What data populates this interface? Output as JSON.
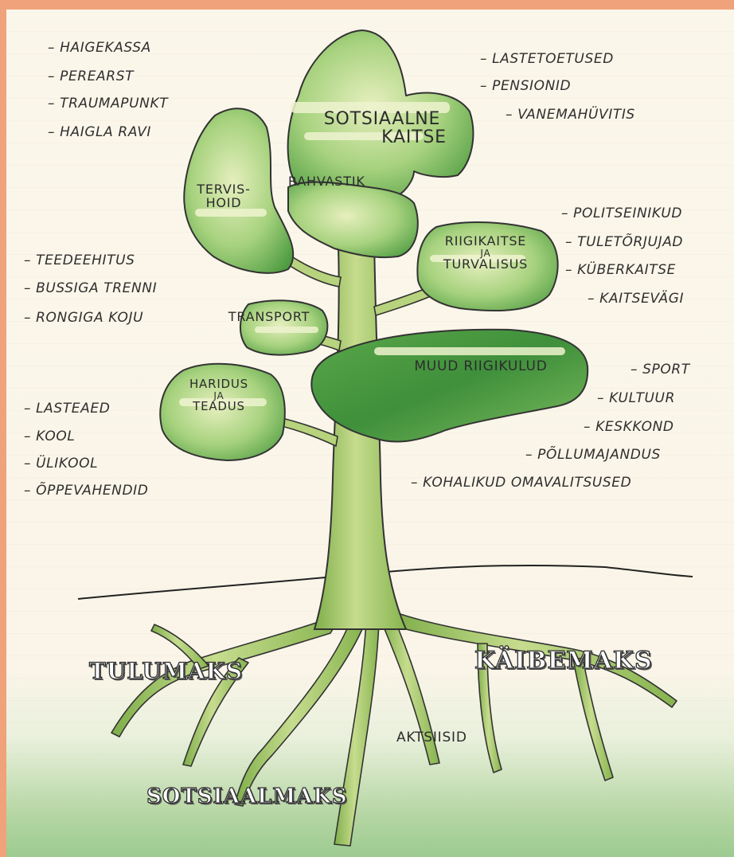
{
  "canopy": {
    "sotsiaalne": [
      "SOTSIAALNE",
      "KAITSE"
    ],
    "rahvastik": "RAHVASTIK",
    "tervishoid": [
      "TERVIS-",
      "HOID"
    ],
    "riigikaitse": [
      "RIIGIKAITSE",
      "JA",
      "TURVALISUS"
    ],
    "transport": "TRANSPORT",
    "muud": "MUUD RIIGIKULUD",
    "haridus": [
      "HARIDUS",
      "JA",
      "TEADUS"
    ]
  },
  "lists": {
    "health": [
      "HAIGEKASSA",
      "PEREARST",
      "TRAUMAPUNKT",
      "HAIGLA RAVI"
    ],
    "social": [
      "LASTETOETUSED",
      "PENSIONID",
      "VANEMAHÜVITIS"
    ],
    "security": [
      "POLITSEINIKUD",
      "TULETÕRJUJAD",
      "KÜBERKAITSE",
      "KAITSEVÄGI"
    ],
    "transport": [
      "TEEDEEHITUS",
      "BUSSIGA TRENNI",
      "RONGIGA  KOJU"
    ],
    "other": [
      "SPORT",
      "KULTUUR",
      "KESKKOND",
      "PÕLLUMAJANDUS",
      "KOHALIKUD OMAVALITSUSED"
    ],
    "education": [
      "LASTEAED",
      "KOOL",
      "ÜLIKOOL",
      "ÕPPEVAHENDID"
    ]
  },
  "roots": {
    "tulumaks": "TULUMAKS",
    "kaibemaks": "KÄIBEMAKS",
    "aktsiisid": "AKTSIISID",
    "sotsiaalmaks": "SOTSIAALMAKS"
  },
  "colors": {
    "foliage_light": "#d6e7a4",
    "foliage_mid": "#8cc56a",
    "foliage_dark": "#3f8f3b",
    "trunk": "#a9c86b",
    "background_border": "#f0a37a"
  }
}
